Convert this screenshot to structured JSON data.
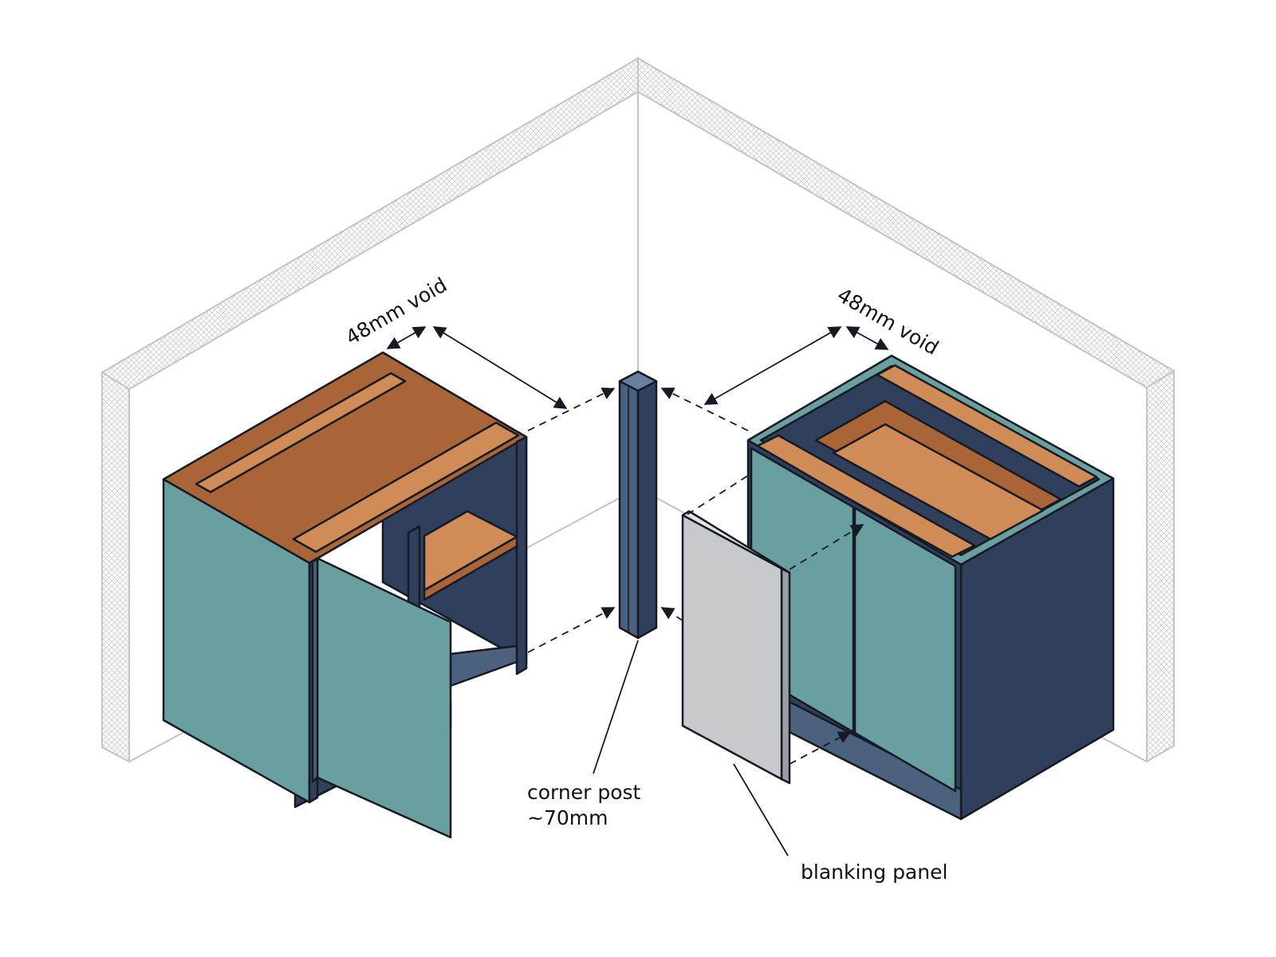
{
  "diagram": {
    "labels": {
      "void_left": "48mm void",
      "void_right": "48mm void",
      "corner_post_line1": "corner post",
      "corner_post_line2": "~70mm",
      "blanking_panel": "blanking panel"
    },
    "colors": {
      "teal": "#6a9f9f",
      "navy": "#2f3f5c",
      "navy_light": "#4c617d",
      "wood": "#cf8c57",
      "wood_dark": "#a96438",
      "panel_grey": "#c8c9cc",
      "wall_line": "#c4c4c4",
      "outline": "#151a24"
    }
  }
}
